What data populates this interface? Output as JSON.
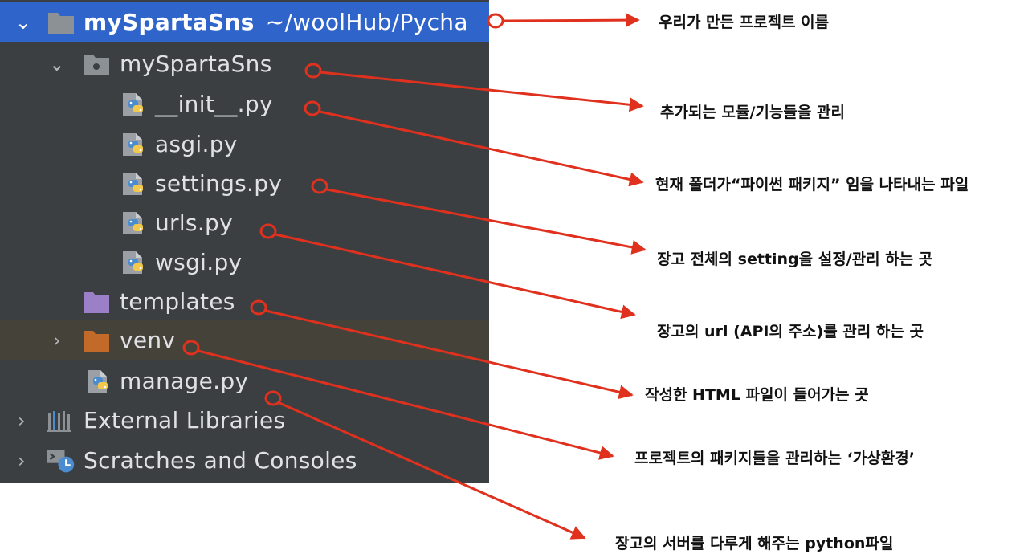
{
  "project_tree": {
    "root": {
      "name": "mySpartaSns",
      "path": "~/woolHub/Pycha"
    },
    "package": {
      "name": "mySpartaSns"
    },
    "files": [
      {
        "name": "__init__.py"
      },
      {
        "name": "asgi.py"
      },
      {
        "name": "settings.py"
      },
      {
        "name": "urls.py"
      },
      {
        "name": "wsgi.py"
      }
    ],
    "templates": {
      "name": "templates"
    },
    "venv": {
      "name": "venv"
    },
    "manage": {
      "name": "manage.py"
    },
    "external_libraries": {
      "name": "External Libraries"
    },
    "scratches": {
      "name": "Scratches and Consoles"
    }
  },
  "annotations": [
    {
      "text": "우리가 만든 프로젝트 이름"
    },
    {
      "text": "추가되는 모듈/기능들을 관리"
    },
    {
      "text": "현재 폴더가“파이썬 패키지” 임을 나타내는 파일"
    },
    {
      "text": "장고 전체의 setting을 설정/관리 하는 곳"
    },
    {
      "text": "장고의 url (API의 주소)를 관리 하는 곳"
    },
    {
      "text": "작성한 HTML 파일이 들어가는 곳"
    },
    {
      "text": "프로젝트의 패키지들을 관리하는 ‘가상환경’"
    },
    {
      "text": "장고의 서버를 다루게 해주는 python파일"
    }
  ],
  "colors": {
    "panel_bg": "#3c3f41",
    "selection": "#2f65ca",
    "venv_highlight": "#45423a",
    "annotation_red": "#e0301e",
    "folder_grey": "#8c9196",
    "templates_folder": "#9b7fc7",
    "venv_folder": "#c26a2a",
    "python_blue": "#4a8ccf",
    "python_yellow": "#f2c94c"
  }
}
